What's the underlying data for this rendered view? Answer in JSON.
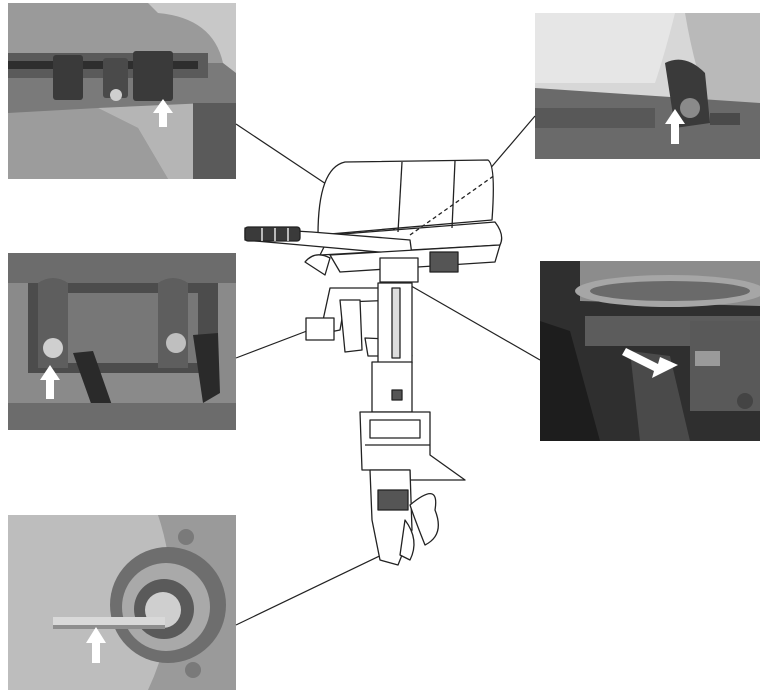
{
  "figure": {
    "panels": [
      {
        "id": "top-left",
        "subject": "tiller-pivot-grease-point"
      },
      {
        "id": "top-right",
        "subject": "steering-bracket-grease-point"
      },
      {
        "id": "mid-left",
        "subject": "clamp-bracket-grease-point"
      },
      {
        "id": "mid-right",
        "subject": "swivel-bracket-grease-point"
      },
      {
        "id": "bottom-left",
        "subject": "propeller-shaft-grease-point"
      }
    ],
    "colors": {
      "background": "#ffffff",
      "line": "#222222",
      "photo_dark": "#3a3a3a",
      "photo_mid": "#8c8c8c",
      "photo_light": "#cfcfcf",
      "arrow": "#ffffff"
    }
  }
}
